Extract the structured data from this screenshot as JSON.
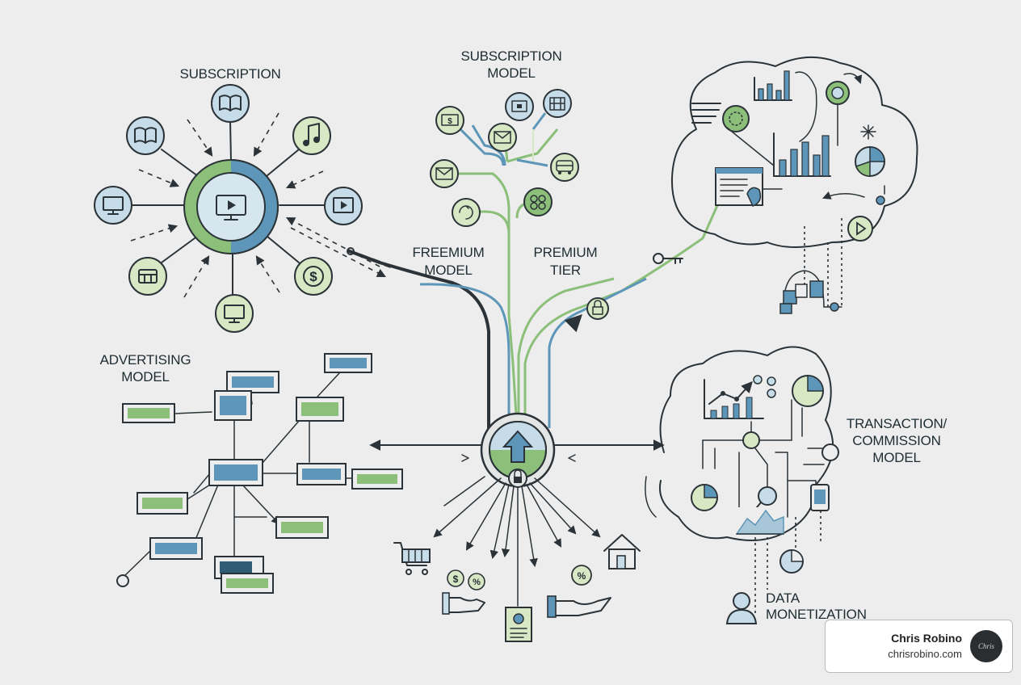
{
  "labels": {
    "subscription_left": "SUBSCRIPTION",
    "subscription_model_line1": "SUBSCRIPTION",
    "subscription_model_line2": "MODEL",
    "freemium_line1": "FREEMIUM",
    "freemium_line2": "MODEL",
    "premium_line1": "PREMIUM",
    "premium_line2": "TIER",
    "advertising_line1": "ADVERTISING",
    "advertising_line2": "MODEL",
    "transaction_line1": "TRANSACTION/",
    "transaction_line2": "COMMISSION",
    "transaction_line3": "MODEL",
    "data_line1": "DATA",
    "data_line2": "MONETIZATION"
  },
  "icons": {
    "subscription_hub": "play-screen-icon",
    "subscription_nodes": [
      "book-icon",
      "open-book-icon",
      "music-note-icon",
      "monitor-icon",
      "play-icon",
      "dollar-coin-icon",
      "monitor-icon",
      "storefront-icon"
    ],
    "tree_nodes": [
      "dollar-screen-icon",
      "screen-icon",
      "puzzle-icon",
      "envelope-icon",
      "envelope-icon",
      "bus-icon",
      "link-icon",
      "refresh-icon"
    ],
    "center_hub": "arrow-up-lock-icon",
    "bottom_icons": [
      "shopping-cart-icon",
      "money-hand-icon",
      "receipt-icon",
      "percent-hand-icon",
      "house-icon"
    ],
    "premium_icons": [
      "key-icon",
      "lock-icon"
    ],
    "user_icon": "person-icon"
  },
  "colors": {
    "green": "#8cbf7a",
    "blue": "#5d96b8",
    "dark": "#2b3338",
    "light_green": "#d8e8c4",
    "light_blue": "#c6dce8"
  },
  "credit": {
    "name": "Chris Robino",
    "site": "chrisrobino.com",
    "logo_text": "Chris"
  }
}
